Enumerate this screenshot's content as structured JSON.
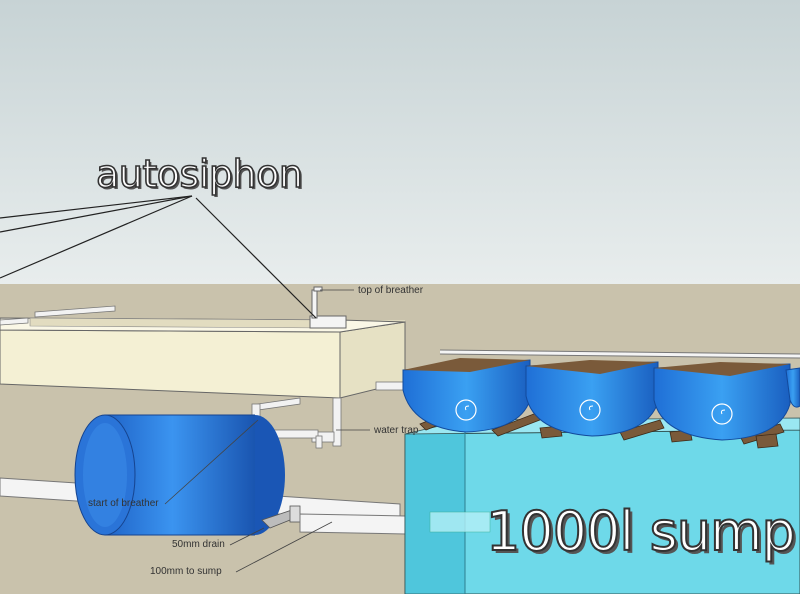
{
  "title": "autosiphon",
  "labels": {
    "top_of_breather": "top of breather",
    "water_trap": "water trap",
    "start_of_breather": "start of breather",
    "drain_50mm": "50mm drain",
    "sump_100mm": "100mm to sump",
    "sump_tank": "1000l sump"
  },
  "colors": {
    "sky_top": "#cfd9da",
    "sky_bottom": "#e6ecec",
    "ground": "#c9c2ac",
    "grow_bed": "#f4f0d4",
    "barrel": "#2f7fe0",
    "sump_water": "#5fd6e8",
    "pipe": "#f2f2f2"
  }
}
